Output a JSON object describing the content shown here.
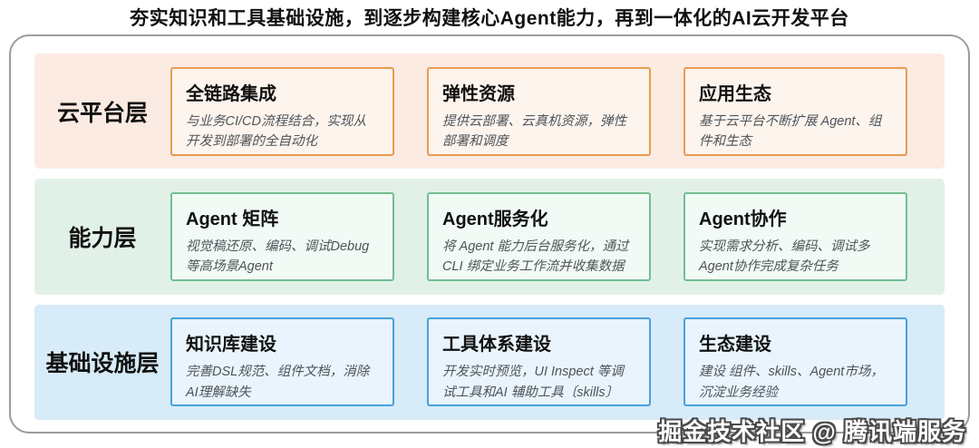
{
  "title": "夯实知识和工具基础设施，到逐步构建核心Agent能力，再到一体化的AI云开发平台",
  "watermark": "掘金技术社区 @ 腾讯端服务",
  "colors": {
    "cloud_band_bg": "#fcebe2",
    "cloud_card_bg": "#fdf4ed",
    "cloud_card_border": "#e99b4f",
    "ability_band_bg": "#e1f1e8",
    "ability_card_bg": "#f2faf5",
    "ability_card_border": "#72bf92",
    "infra_band_bg": "#d7ebf8",
    "infra_card_bg": "#e9f4fc",
    "infra_card_border": "#46a2da",
    "container_border": "#9c9c9c"
  },
  "layers": [
    {
      "label": "云平台层",
      "cards": [
        {
          "title": "全链路集成",
          "desc": "与业务CI/CD流程结合，实现从开发到部署的全自动化"
        },
        {
          "title": "弹性资源",
          "desc": "提供云部署、云真机资源，弹性部署和调度"
        },
        {
          "title": "应用生态",
          "desc": "基于云平台不断扩展 Agent、组件和生态"
        }
      ]
    },
    {
      "label": "能力层",
      "cards": [
        {
          "title": "Agent 矩阵",
          "desc": "视觉稿还原、编码、调试Debug等高场景Agent"
        },
        {
          "title": "Agent服务化",
          "desc": "将 Agent 能力后台服务化，通过 CLI 绑定业务工作流并收集数据"
        },
        {
          "title": "Agent协作",
          "desc": "实现需求分析、编码、调试多Agent协作完成复杂任务"
        }
      ]
    },
    {
      "label": "基础设施层",
      "cards": [
        {
          "title": "知识库建设",
          "desc": "完善DSL规范、组件文档，消除AI理解缺失"
        },
        {
          "title": "工具体系建设",
          "desc": "开发实时预览，UI Inspect 等调试工具和AI 辅助工具〔skills〕"
        },
        {
          "title": "生态建设",
          "desc": "建设 组件、skills、Agent市场，沉淀业务经验"
        }
      ]
    }
  ]
}
